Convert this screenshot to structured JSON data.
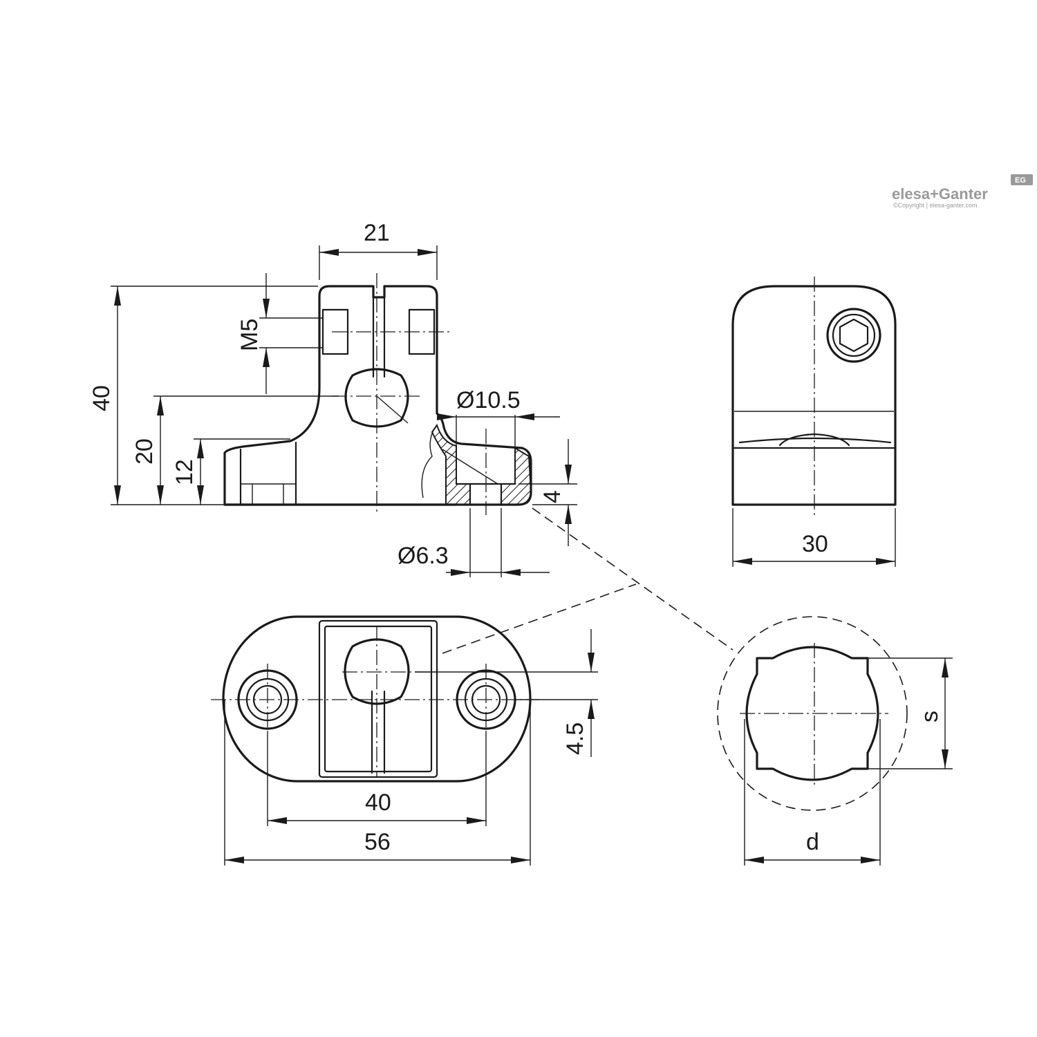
{
  "brand": {
    "name": "elesa+Ganter",
    "badge": "EG",
    "copyright": "©Copyright | elesa-ganter.com"
  },
  "dimensions": {
    "front_width": "21",
    "total_height": "40",
    "center_height": "20",
    "base_height": "12",
    "thread": "M5",
    "counterbore_dia": "Ø10.5",
    "hole_dia": "Ø6.3",
    "counterbore_depth": "4",
    "side_width": "30",
    "hole_spacing": "40",
    "overall_length": "56",
    "offset": "4.5",
    "detail_flat": "s",
    "detail_dia": "d"
  }
}
